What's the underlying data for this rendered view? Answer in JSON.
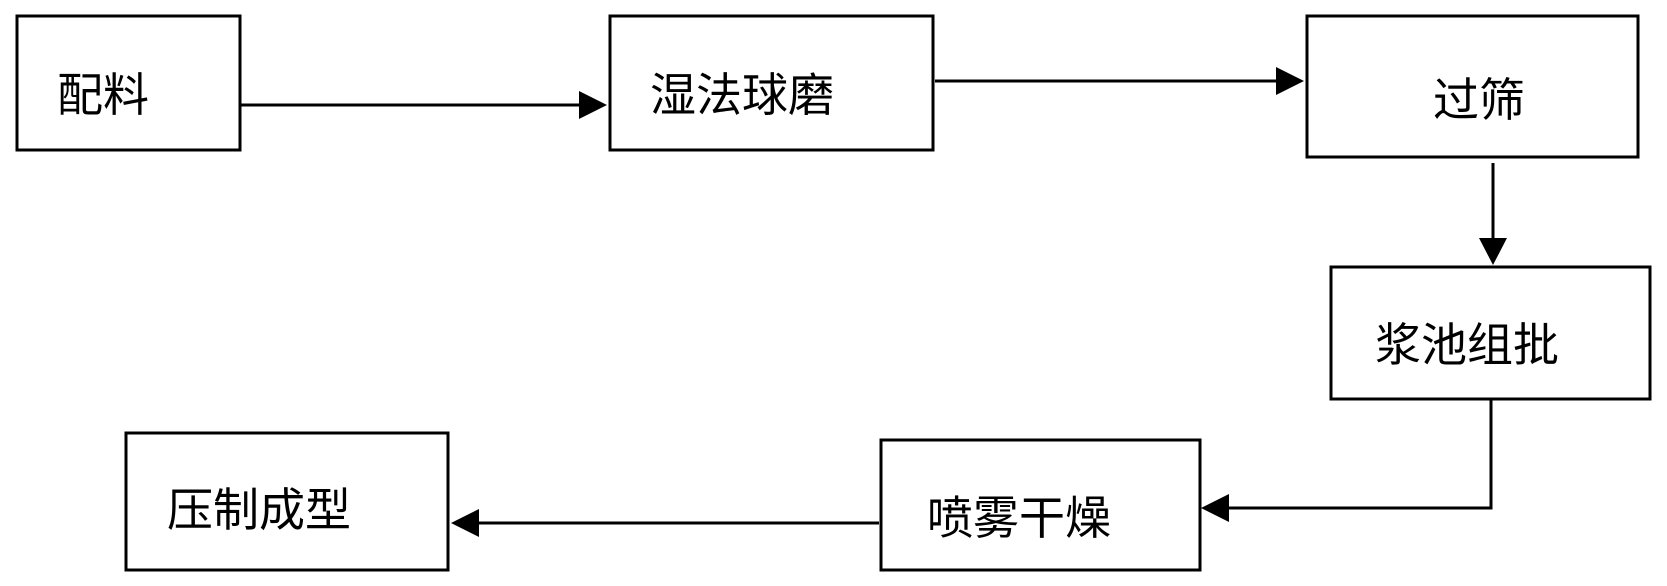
{
  "steps": [
    {
      "id": "batching",
      "label": "配料"
    },
    {
      "id": "wet-ball-milling",
      "label": "湿法球磨"
    },
    {
      "id": "sieving",
      "label": "过筛"
    },
    {
      "id": "slurry-pool-batching",
      "label": "浆池组批"
    },
    {
      "id": "spray-drying",
      "label": "喷雾干燥"
    },
    {
      "id": "press-forming",
      "label": "压制成型"
    }
  ],
  "colors": {
    "stroke": "#000000",
    "text": "#000000",
    "background": "#ffffff"
  }
}
